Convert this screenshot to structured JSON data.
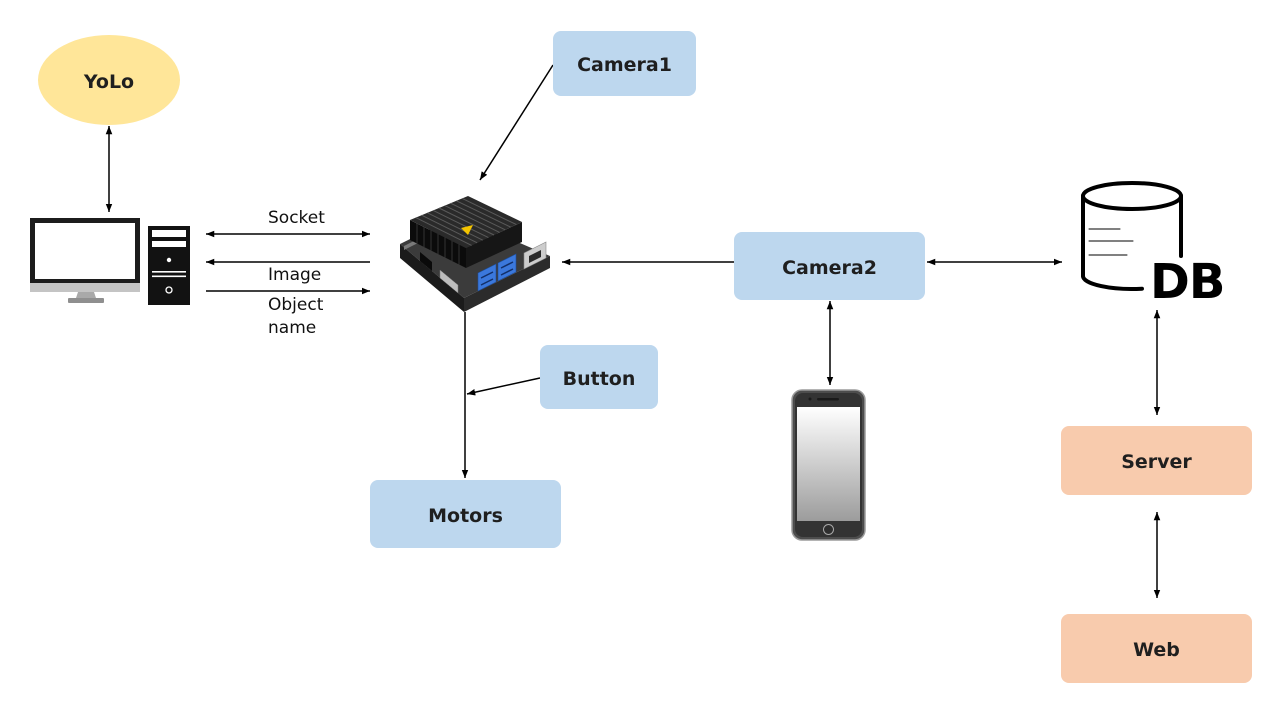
{
  "diagram": {
    "nodes": {
      "yolo": "YoLo",
      "camera1": "Camera1",
      "camera2": "Camera2",
      "button": "Button",
      "motors": "Motors",
      "server": "Server",
      "web": "Web",
      "database": "DB"
    },
    "link_labels": {
      "socket": "Socket",
      "image": "Image",
      "object_name": "Object name"
    },
    "icons": {
      "computer": "computer-icon",
      "board": "jetson-board-icon",
      "phone": "smartphone-icon",
      "database": "database-icon"
    },
    "colors": {
      "yolo_fill": "#FFE699",
      "device_fill": "#BDD7EE",
      "web_fill": "#F8CBAD",
      "line": "#000000",
      "text": "#1F1F1F"
    }
  }
}
